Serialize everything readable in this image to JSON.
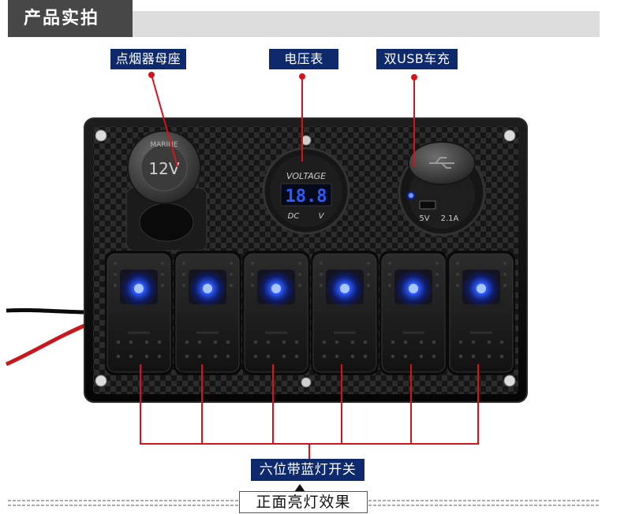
{
  "header": {
    "title": "产品实拍"
  },
  "callouts": {
    "lighter": "点烟器母座",
    "voltmeter": "电压表",
    "usb": "双USB车充",
    "switches": "六位带蓝灯开关"
  },
  "panel": {
    "lighter": {
      "brand": "MARINE",
      "voltage": "12V"
    },
    "voltmeter": {
      "label": "VOLTAGE",
      "reading": "18.8",
      "dc": "DC",
      "unit": "V"
    },
    "usb": {
      "voltage": "5V",
      "current": "2.1A"
    }
  },
  "footer": {
    "caption": "正面亮灯效果"
  },
  "colors": {
    "label_bg": "#0e2a6d",
    "callout_line": "#d4141b",
    "header_bg": "#474747",
    "header_bar": "#dcdcdc",
    "led_blue": "#2d5bff"
  }
}
